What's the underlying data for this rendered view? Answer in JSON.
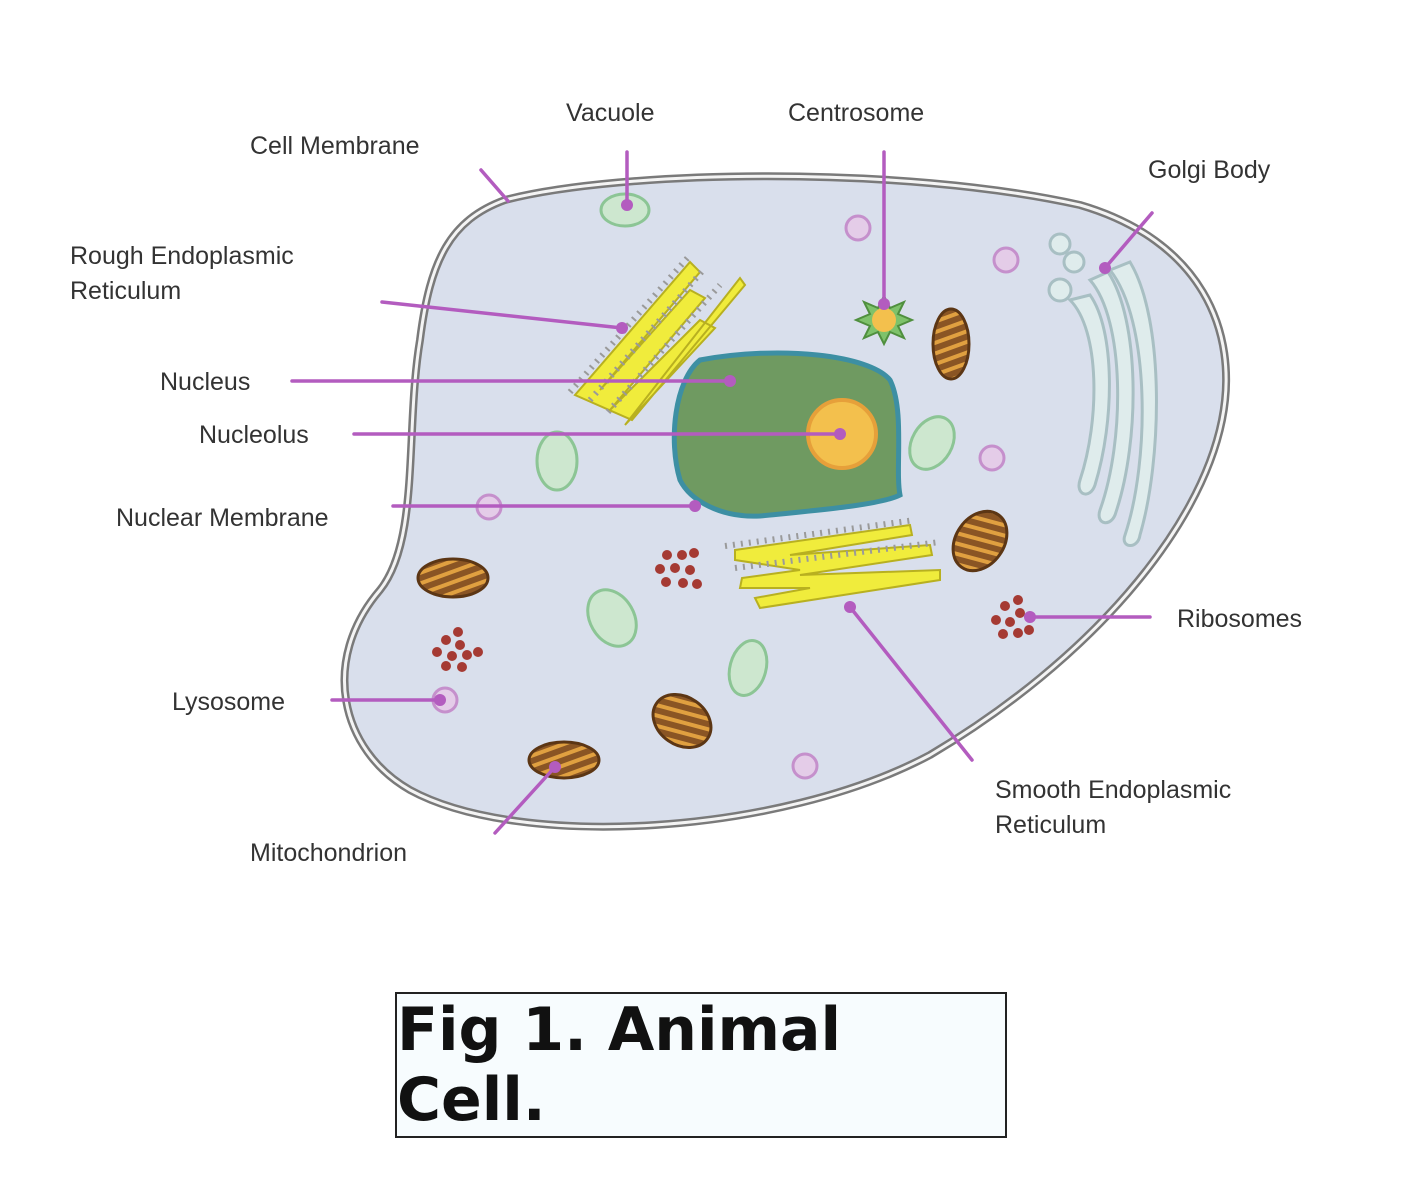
{
  "colors": {
    "cytoplasm": "#d9dfec",
    "membrane": "#7a7a7a",
    "nucleus": "#6f9a61",
    "nuclear_membrane": "#3d8fa3",
    "nucleolus": "#f3c04d",
    "leader": "#b35cbf",
    "er": "#f0ec3c",
    "vacuole": "#cde7cf",
    "lysosome": "#e4cce8",
    "mitochondrion": "#8a5524",
    "ribosome": "#a53a33",
    "golgi": "#dfecec"
  },
  "labels": {
    "vacuole": "Vacuole",
    "centrosome": "Centrosome",
    "cell_membrane": "Cell Membrane",
    "golgi_body": "Golgi Body",
    "rough_er_line1": "Rough Endoplasmic",
    "rough_er_line2": "Reticulum",
    "nucleus": "Nucleus",
    "nucleolus": "Nucleolus",
    "nuclear_membrane": "Nuclear Membrane",
    "ribosomes": "Ribosomes",
    "lysosome": "Lysosome",
    "smooth_er_line1": "Smooth Endoplasmic",
    "smooth_er_line2": "Reticulum",
    "mitochondrion": "Mitochondrion"
  },
  "caption": "Fig 1. Animal Cell."
}
